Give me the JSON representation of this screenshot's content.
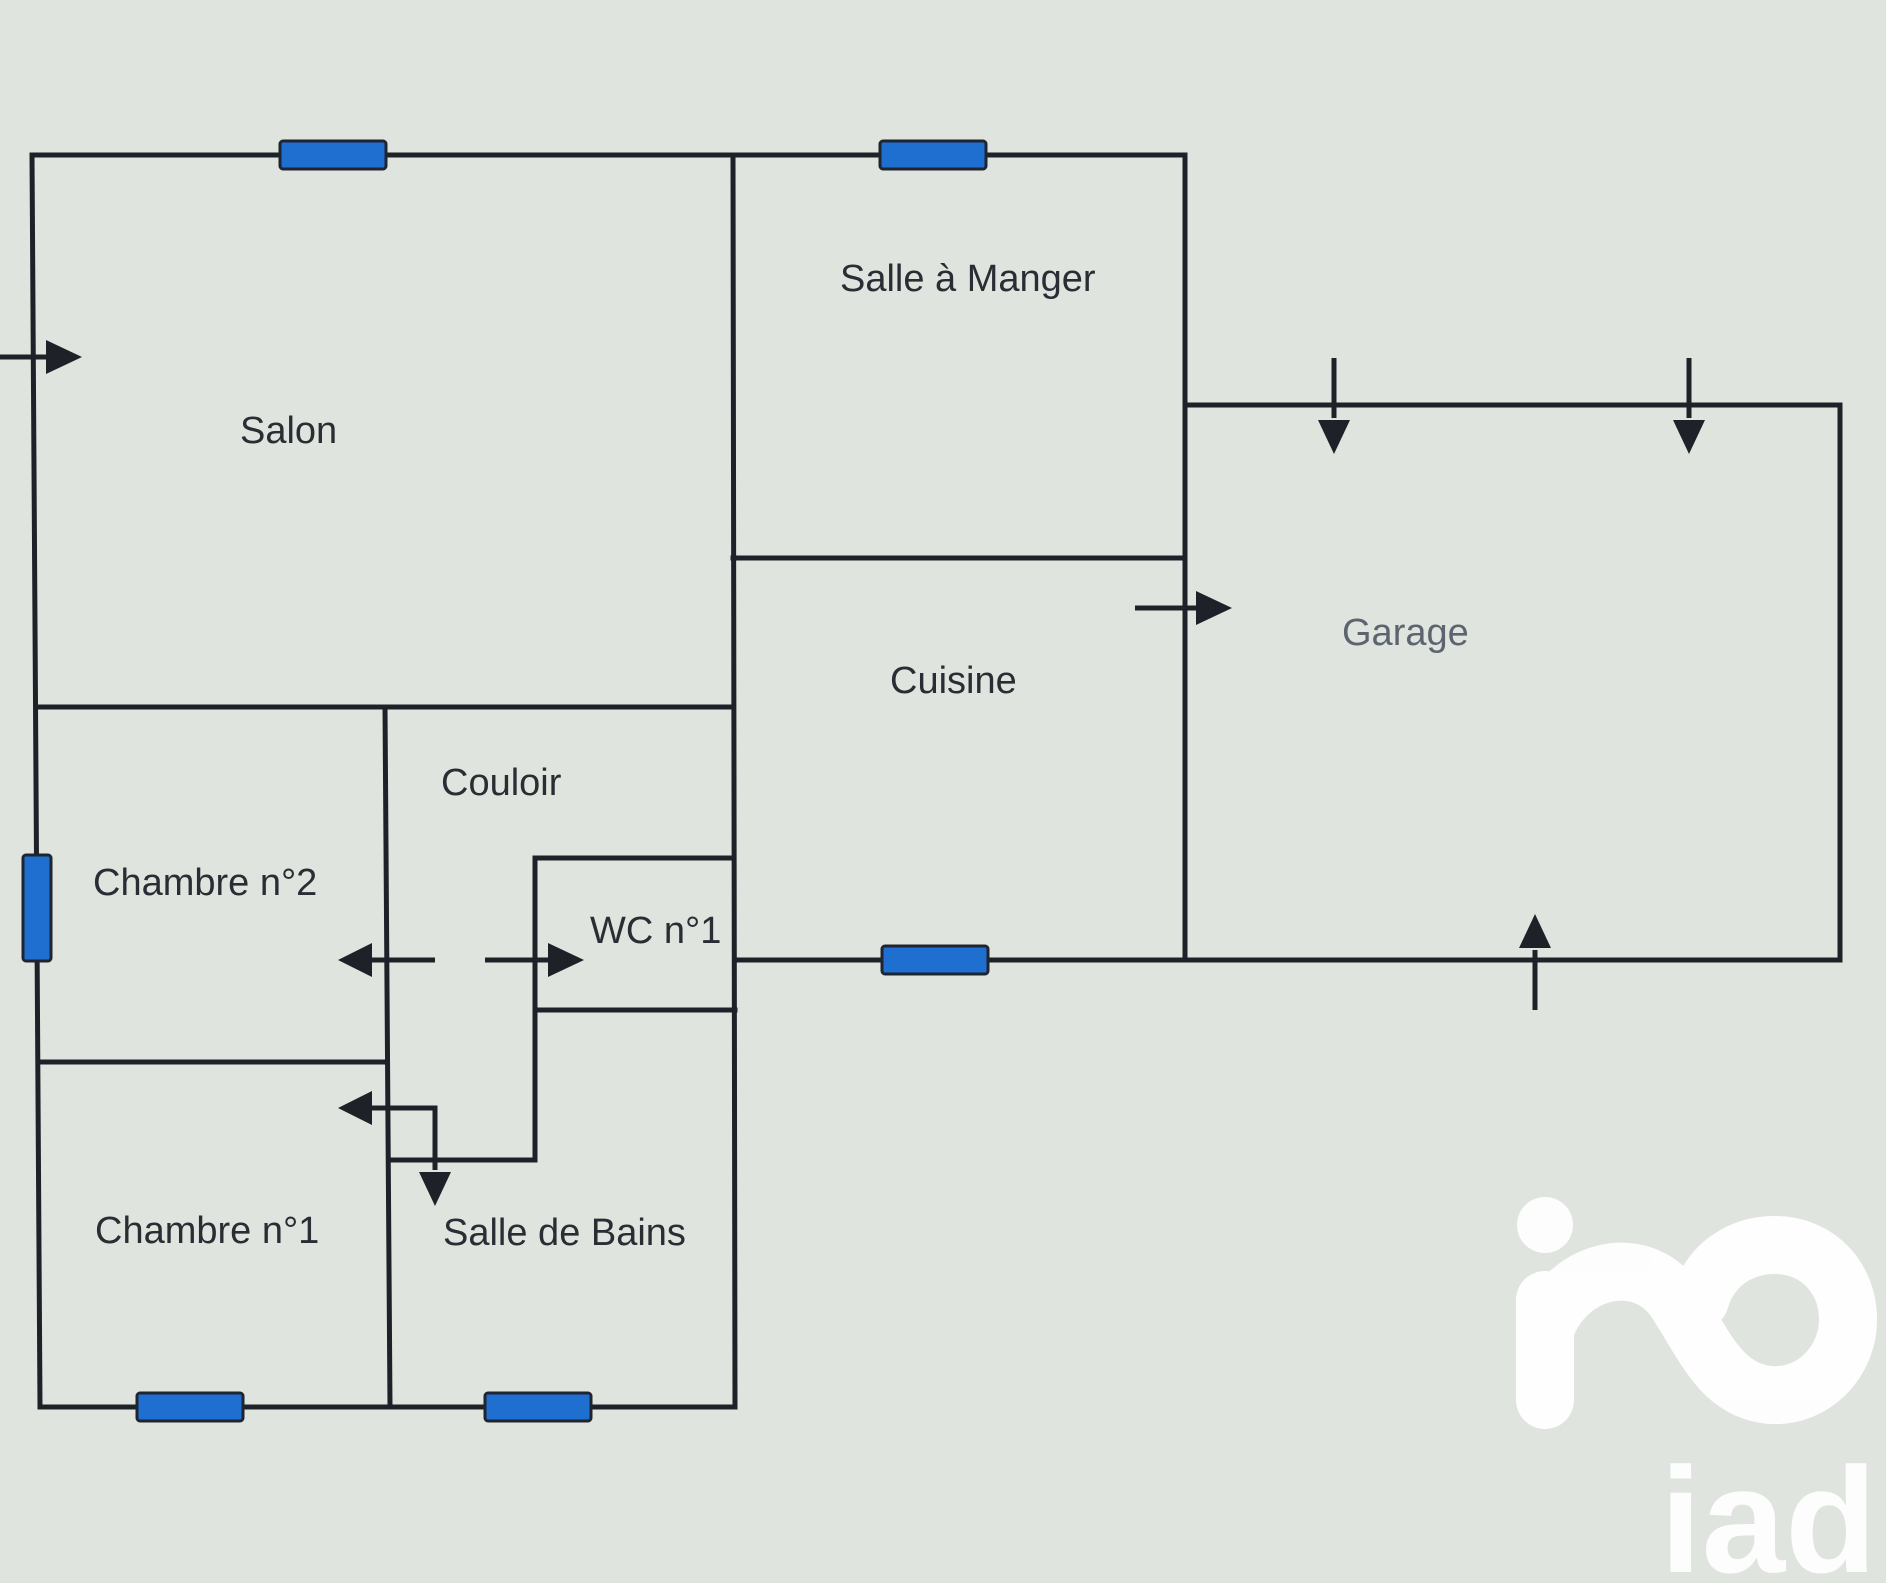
{
  "colors": {
    "background": "#dfe5de",
    "wall": "#1e2128",
    "window": "#1f6fd0",
    "label": "#2a2d33",
    "label_faint": "#5d6470",
    "watermark": "#ffffff"
  },
  "rooms": {
    "salon": "Salon",
    "salle_a_manger": "Salle à Manger",
    "cuisine": "Cuisine",
    "garage": "Garage",
    "couloir": "Couloir",
    "chambre_2": "Chambre n°2",
    "chambre_1": "Chambre n°1",
    "wc_1": "WC n°1",
    "salle_de_bains": "Salle de Bains"
  },
  "watermark": {
    "brand_text": "iad",
    "logo_icon": "iad-logo-icon"
  }
}
